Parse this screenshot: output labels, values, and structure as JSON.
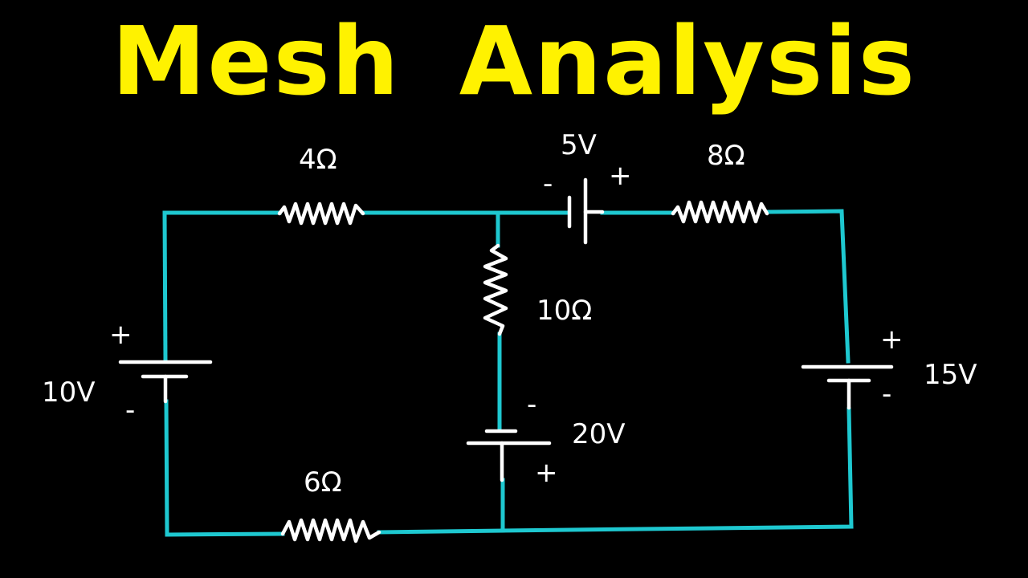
{
  "title": "Mesh Analysis",
  "colors": {
    "background": "#000000",
    "title": "#fff200",
    "wire": "#1ec8d0",
    "component": "#ffffff"
  },
  "circuit": {
    "resistors": [
      {
        "id": "r-top-left",
        "value": 4,
        "label": "4Ω"
      },
      {
        "id": "r-top-right",
        "value": 8,
        "label": "8Ω"
      },
      {
        "id": "r-middle",
        "value": 10,
        "label": "10Ω"
      },
      {
        "id": "r-bottom-left",
        "value": 6,
        "label": "6Ω"
      }
    ],
    "sources": [
      {
        "id": "v-left",
        "value": 10,
        "label": "10V",
        "plus": "+",
        "minus": "-"
      },
      {
        "id": "v-top",
        "value": 5,
        "label": "5V",
        "plus": "+",
        "minus": "-"
      },
      {
        "id": "v-middle",
        "value": 20,
        "label": "20V",
        "plus": "+",
        "minus": "-"
      },
      {
        "id": "v-right",
        "value": 15,
        "label": "15V",
        "plus": "+",
        "minus": "-"
      }
    ]
  }
}
